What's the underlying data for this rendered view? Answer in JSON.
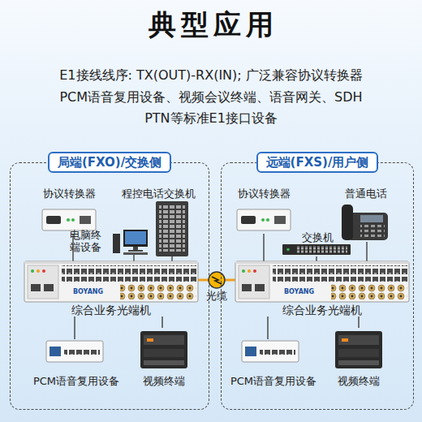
{
  "diagram": {
    "title": "典型应用",
    "nodes": [
      {
        "text": [
          "局端(FXO)/交换侧"
        ]
      },
      {
        "text": [
          "协议转换器"
        ],
        "in": 0
      },
      {
        "text": [
          "程控电话交换机"
        ],
        "in": 0
      },
      {
        "text": [
          "电脑终端设备"
        ],
        "in": 0
      },
      {
        "text": [
          "综合业务光端机"
        ],
        "in": 0
      },
      {
        "text": [
          "PCM语音复用设备"
        ],
        "in": 0
      },
      {
        "text": [
          "视频终端"
        ],
        "in": 0
      },
      {
        "text": [
          "远端(FXS)/用户侧"
        ]
      },
      {
        "text": [
          "协议转换器"
        ],
        "in": 7
      },
      {
        "text": [
          "普通电话"
        ],
        "in": 7
      },
      {
        "text": [
          "交换机"
        ],
        "in": 7
      },
      {
        "text": [
          "综合业务光端机"
        ],
        "in": 7
      },
      {
        "text": [
          "PCM语音复用设备"
        ],
        "in": 7
      },
      {
        "text": [
          "视频终端"
        ],
        "in": 7
      }
    ],
    "edges": [
      {
        "from": 1,
        "to": 4,
        "arrow": "none"
      },
      {
        "from": 2,
        "to": 4,
        "arrow": "none"
      },
      {
        "from": 3,
        "to": 4,
        "arrow": "none"
      },
      {
        "from": 4,
        "to": 5,
        "arrow": "none"
      },
      {
        "from": 4,
        "to": 6,
        "arrow": "none"
      },
      {
        "from": 8,
        "to": 11,
        "arrow": "none"
      },
      {
        "from": 9,
        "to": 11,
        "arrow": "none"
      },
      {
        "from": 10,
        "to": 11,
        "arrow": "none"
      },
      {
        "from": 11,
        "to": 12,
        "arrow": "none"
      },
      {
        "from": 11,
        "to": 13,
        "arrow": "none"
      },
      {
        "from": 4,
        "to": 11,
        "label": "光缆",
        "arrow": "none"
      }
    ],
    "labels": [
      "E1接线线序: TX(OUT)-RX(IN); 广泛兼容协议转换器",
      "PCM语音复用设备、视频会议终端、语音网关、SDH",
      "PTN等标准E1接口设备",
      "BOYANG",
      "BOYANG"
    ]
  }
}
